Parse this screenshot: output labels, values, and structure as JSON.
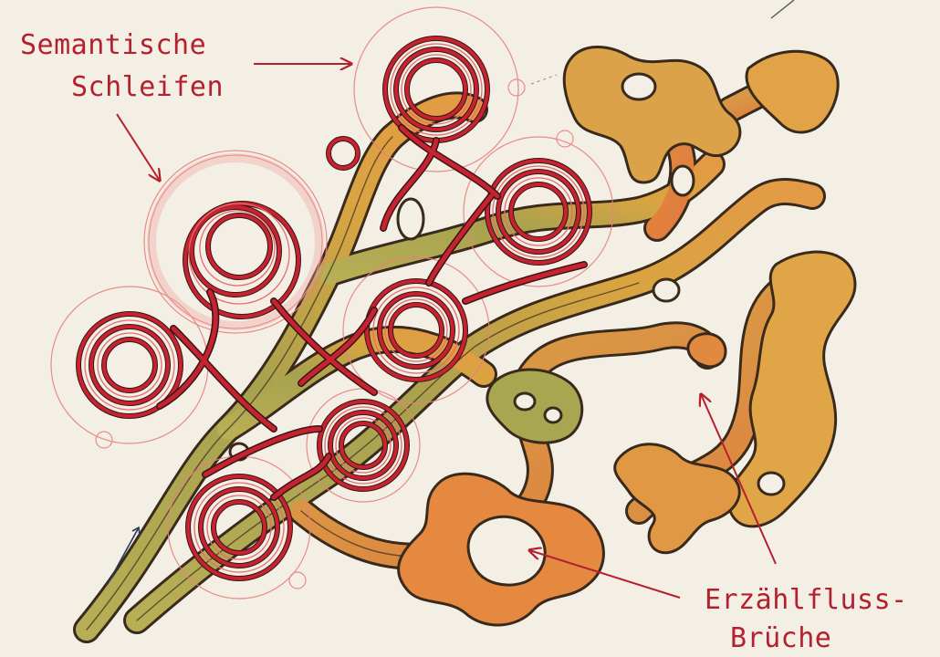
{
  "annotations": {
    "semantic_loops": {
      "line1": "Semantische",
      "line2": "Schleifen"
    },
    "narrative_breaks": {
      "line1": "Erzählfluss-",
      "line2": "Brüche"
    }
  },
  "colors": {
    "background": "#f3efe4",
    "loop_red": "#c4232f",
    "annotation_red": "#b5202e",
    "stream_olive": "#a9a652",
    "stream_ochre": "#d9a441",
    "stream_orange": "#e0843e",
    "outline_dark": "#3a2a1c"
  }
}
